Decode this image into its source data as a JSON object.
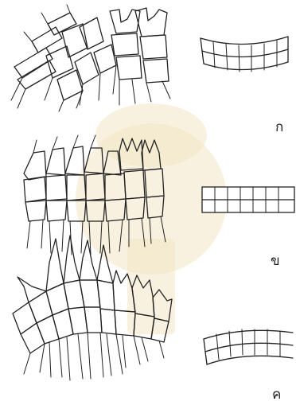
{
  "labels": {
    "a": "ก",
    "b": "ข",
    "c": "ค"
  },
  "colors": {
    "ink": "#222222",
    "watermark": "#f3e6c4",
    "background": "#ffffff"
  }
}
